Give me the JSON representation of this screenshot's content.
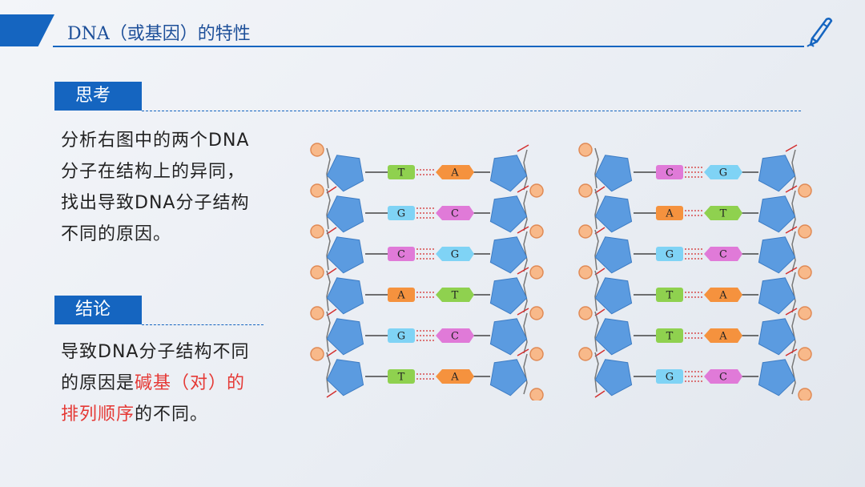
{
  "header": {
    "title": "DNA（或基因）的特性"
  },
  "think": {
    "label": "思考",
    "text": "分析右图中的两个DNA分子在结构上的异同，找出导致DNA分子结构不同的原因。"
  },
  "conclusion": {
    "label": "结论",
    "text_plain": "导致DNA分子结构不同的原因是",
    "text_highlight": "碱基（对）的排列顺序",
    "text_end": "的不同。"
  },
  "colors": {
    "accent": "#1565c0",
    "highlight": "#e53935",
    "A": "#f5923e",
    "T": "#8fd14f",
    "G": "#7fd3f5",
    "C": "#e07ad8"
  },
  "dna_left": {
    "pairs": [
      [
        "T",
        "A"
      ],
      [
        "G",
        "C"
      ],
      [
        "C",
        "G"
      ],
      [
        "A",
        "T"
      ],
      [
        "G",
        "C"
      ],
      [
        "T",
        "A"
      ]
    ]
  },
  "dna_right": {
    "pairs": [
      [
        "C",
        "G"
      ],
      [
        "A",
        "T"
      ],
      [
        "G",
        "C"
      ],
      [
        "T",
        "A"
      ],
      [
        "T",
        "A"
      ],
      [
        "G",
        "C"
      ]
    ]
  }
}
